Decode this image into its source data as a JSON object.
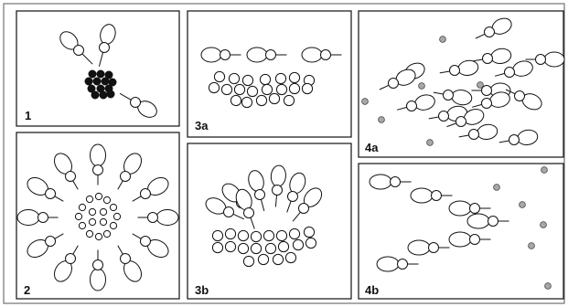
{
  "figure": {
    "panels": [
      {
        "id": "p1",
        "label": "1"
      },
      {
        "id": "p2",
        "label": "2"
      },
      {
        "id": "p3a",
        "label": "3a"
      },
      {
        "id": "p3b",
        "label": "3b"
      },
      {
        "id": "p4a",
        "label": "4a"
      },
      {
        "id": "p4b",
        "label": "4b"
      }
    ]
  },
  "colors": {
    "outline": "#111111",
    "dark_cluster": "#111111",
    "grey_particles": "#a8a8a8"
  }
}
